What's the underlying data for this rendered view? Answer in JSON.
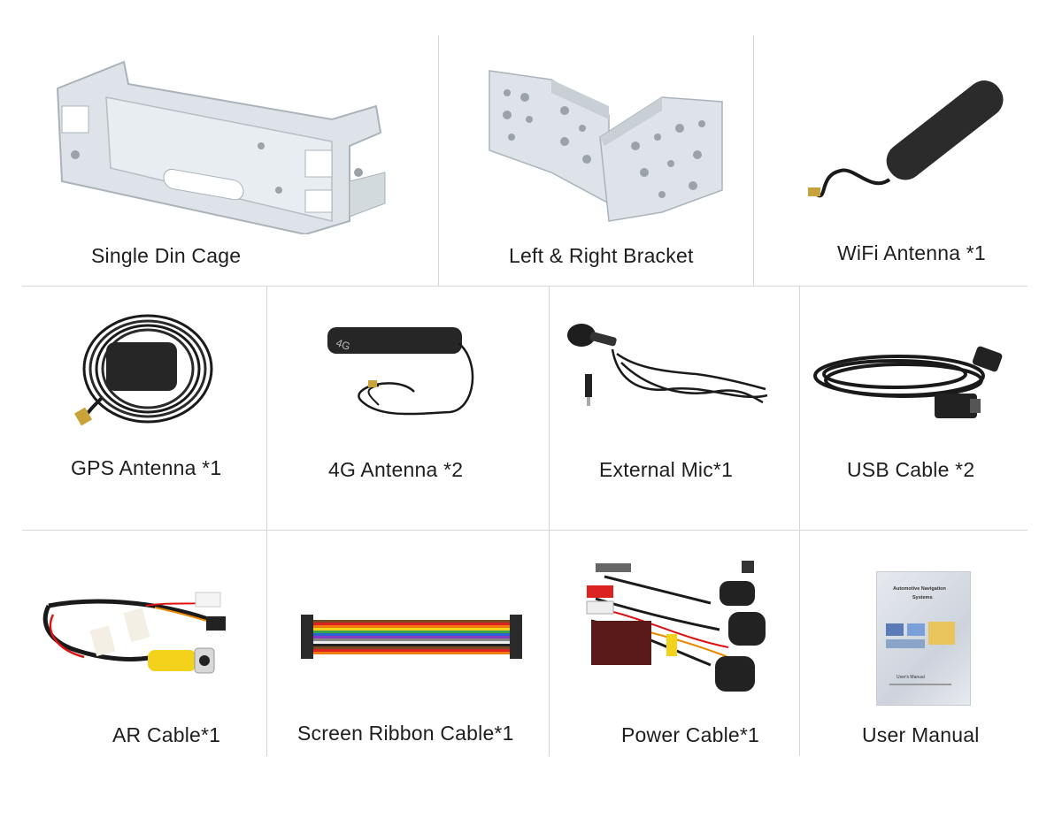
{
  "items": [
    {
      "label": "Single Din Cage",
      "icon": "single-din-cage-icon"
    },
    {
      "label": "Left & Right Bracket",
      "icon": "bracket-icon"
    },
    {
      "label": "WiFi Antenna *1",
      "icon": "wifi-antenna-icon"
    },
    {
      "label": "GPS Antenna *1",
      "icon": "gps-antenna-icon"
    },
    {
      "label": "4G Antenna *2",
      "icon": "4g-antenna-icon"
    },
    {
      "label": "External Mic*1",
      "icon": "microphone-icon"
    },
    {
      "label": "USB Cable *2",
      "icon": "usb-cable-icon"
    },
    {
      "label": "AR Cable*1",
      "icon": "ar-cable-icon"
    },
    {
      "label": "Screen Ribbon Cable*1",
      "icon": "ribbon-cable-icon"
    },
    {
      "label": "Power Cable*1",
      "icon": "power-cable-icon"
    },
    {
      "label": "User Manual",
      "icon": "user-manual-icon"
    }
  ],
  "antenna_badge": "4G",
  "manual": {
    "title_line1": "Automotive Navigation",
    "title_line2": "Systems",
    "caption": "User's Manual"
  },
  "colors": {
    "divider": "#d6d6d6",
    "metal": "#dde3e8",
    "cable": "#1a1a1a",
    "rca_yellow": "#f2d21a"
  }
}
